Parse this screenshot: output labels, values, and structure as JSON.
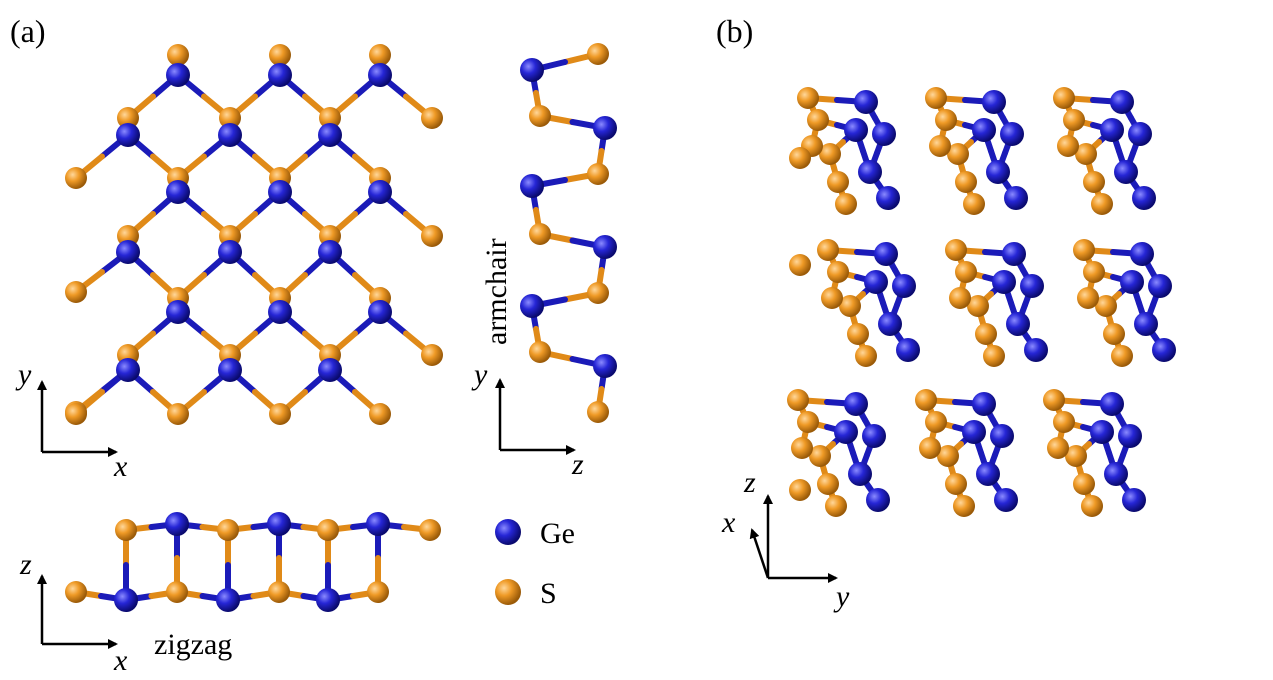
{
  "panels": {
    "a": {
      "label": "(a)"
    },
    "b": {
      "label": "(b)"
    }
  },
  "axes": {
    "top_view": {
      "horizontal": "x",
      "vertical": "y"
    },
    "side_view": {
      "horizontal": "z",
      "vertical": "y"
    },
    "bottom_view": {
      "horizontal": "x",
      "vertical": "z"
    },
    "bulk_view": {
      "horizontal": "y",
      "vertical": "z",
      "diagonal": "x"
    }
  },
  "directions": {
    "armchair": "armchair",
    "zigzag": "zigzag"
  },
  "legend": [
    {
      "symbol": "Ge",
      "color": "#1b1bb8"
    },
    {
      "symbol": "S",
      "color": "#e08a18"
    }
  ],
  "colors": {
    "ge": "#1b1bb8",
    "s": "#e08a18"
  }
}
